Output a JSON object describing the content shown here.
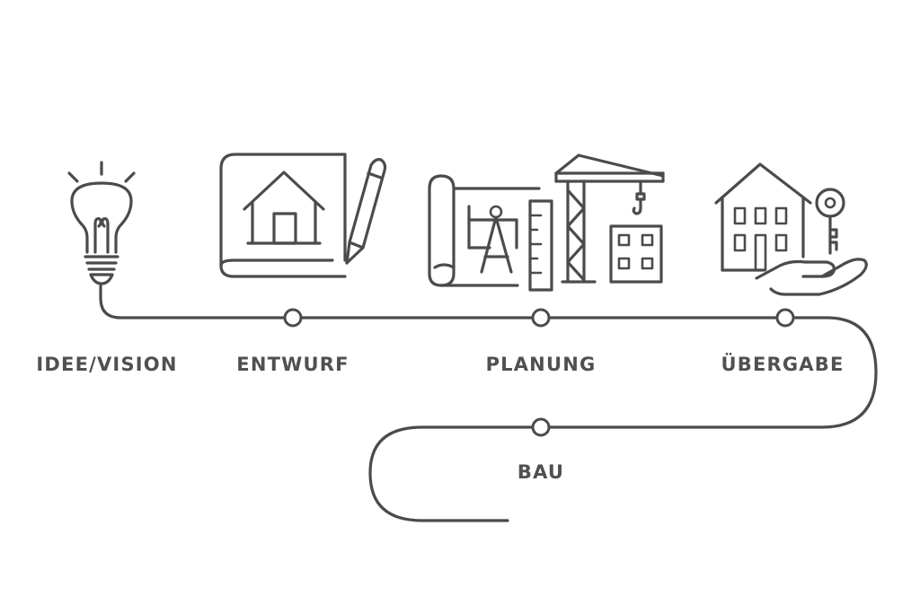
{
  "diagram": {
    "stages": [
      {
        "id": "idee",
        "label": "IDEE/VISION",
        "icon": "lightbulb-icon"
      },
      {
        "id": "entwurf",
        "label": "ENTWURF",
        "icon": "house-sketch-pencil-icon"
      },
      {
        "id": "planung",
        "label": "PLANUNG",
        "icon": "blueprint-ruler-compass-icon"
      },
      {
        "id": "bau",
        "label": "BAU",
        "icon": "crane-building-icon"
      },
      {
        "id": "uebergabe",
        "label": "ÜBERGABE",
        "icon": "house-key-hand-icon"
      }
    ],
    "line_color": "#4a4c4a",
    "text_color": "#4f514f",
    "background": "#ffffff"
  }
}
